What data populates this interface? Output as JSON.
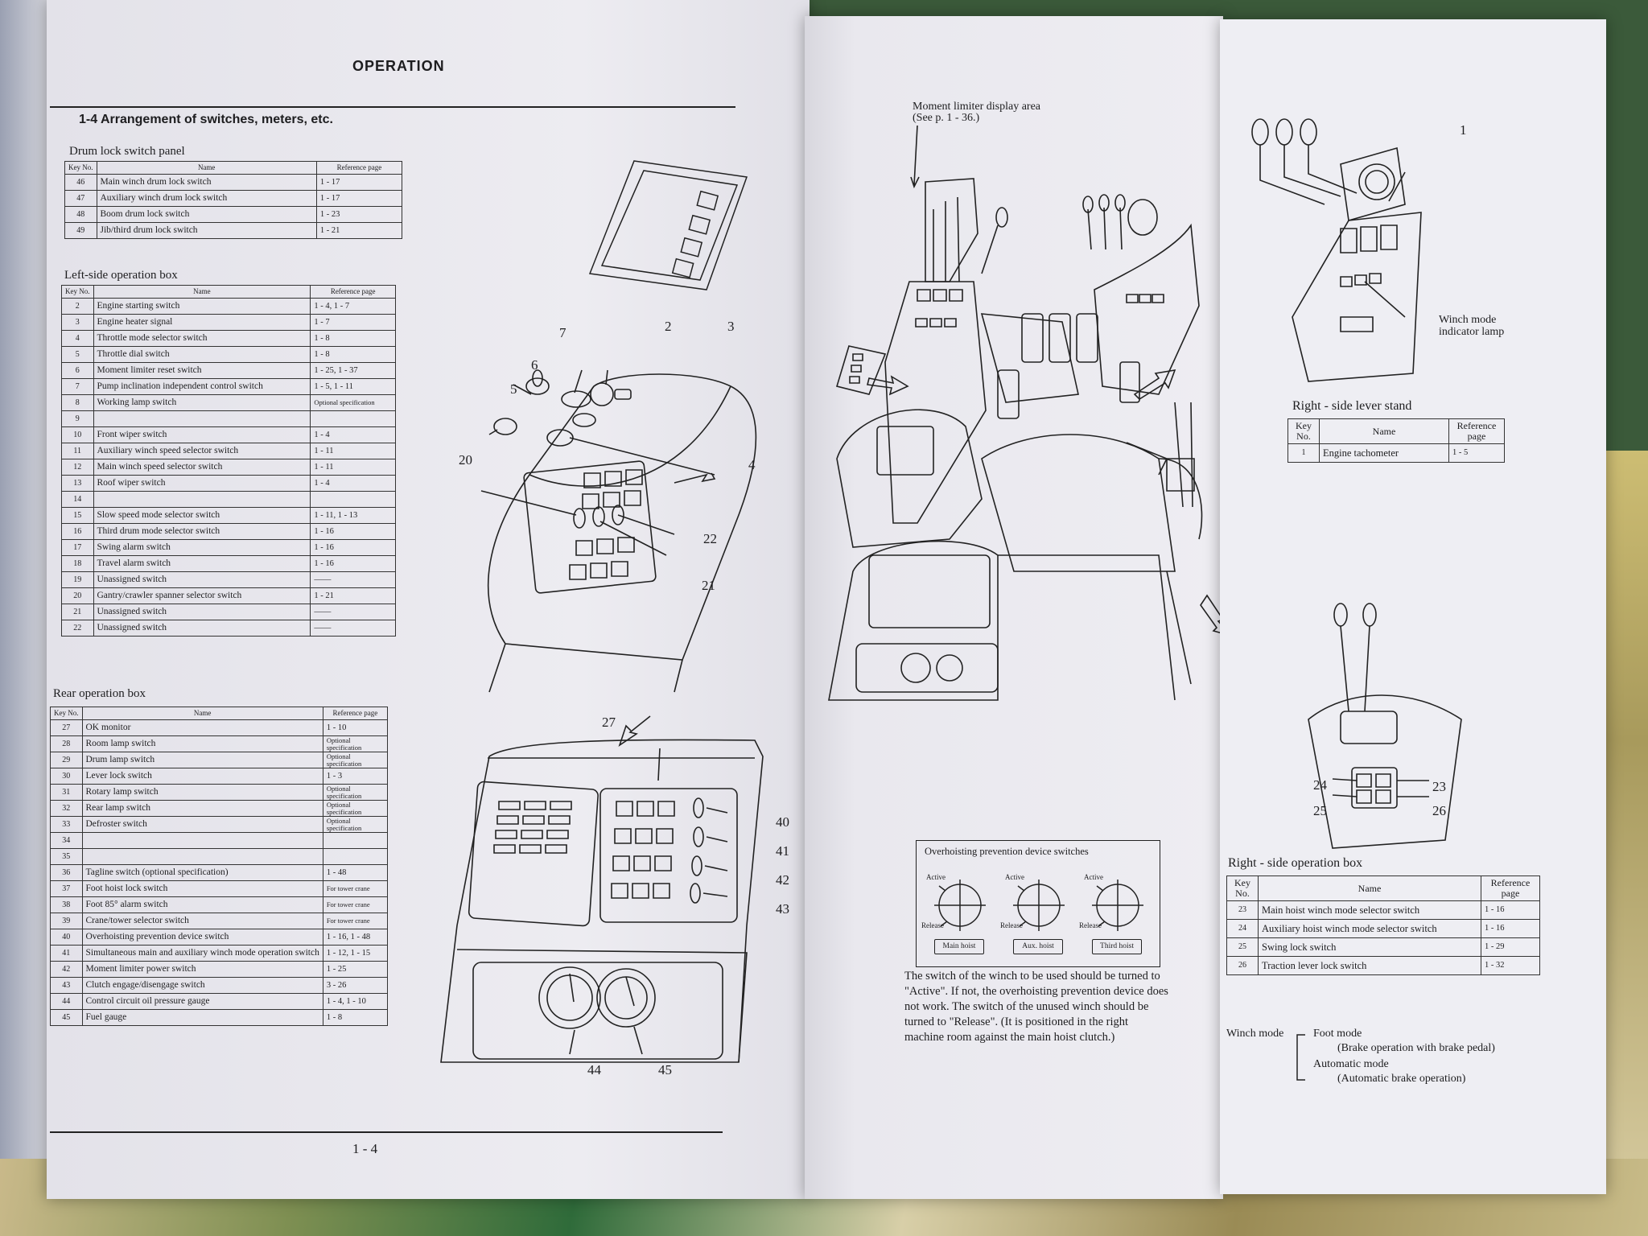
{
  "left_page": {
    "header": "OPERATION",
    "section_title": "1-4  Arrangement of switches, meters, etc.",
    "page_number": "1 - 4",
    "drum_lock": {
      "caption": "Drum lock switch panel",
      "columns": [
        "Key No.",
        "Name",
        "Reference page"
      ],
      "rows": [
        [
          "46",
          "Main winch drum lock switch",
          "1 - 17"
        ],
        [
          "47",
          "Auxiliary winch drum lock switch",
          "1 - 17"
        ],
        [
          "48",
          "Boom drum lock switch",
          "1 - 23"
        ],
        [
          "49",
          "Jib/third drum lock switch",
          "1 - 21"
        ]
      ]
    },
    "left_box": {
      "caption": "Left-side operation box",
      "columns": [
        "Key No.",
        "Name",
        "Reference page"
      ],
      "rows": [
        [
          "2",
          "Engine starting switch",
          "1 - 4, 1 - 7"
        ],
        [
          "3",
          "Engine heater signal",
          "1 - 7"
        ],
        [
          "4",
          "Throttle mode selector switch",
          "1 - 8"
        ],
        [
          "5",
          "Throttle dial switch",
          "1 - 8"
        ],
        [
          "6",
          "Moment limiter reset switch",
          "1 - 25, 1 - 37"
        ],
        [
          "7",
          "Pump inclination independent control switch",
          "1 - 5, 1 - 11"
        ],
        [
          "8",
          "Working lamp switch",
          "Optional specification"
        ],
        [
          "9",
          "",
          ""
        ],
        [
          "10",
          "Front wiper switch",
          "1 - 4"
        ],
        [
          "11",
          "Auxiliary winch speed selector switch",
          "1 - 11"
        ],
        [
          "12",
          "Main winch speed selector switch",
          "1 - 11"
        ],
        [
          "13",
          "Roof wiper switch",
          "1 - 4"
        ],
        [
          "14",
          "",
          ""
        ],
        [
          "15",
          "Slow speed mode selector switch",
          "1 - 11, 1 - 13"
        ],
        [
          "16",
          "Third drum mode selector switch",
          "1 - 16"
        ],
        [
          "17",
          "Swing alarm switch",
          "1 - 16"
        ],
        [
          "18",
          "Travel alarm switch",
          "1 - 16"
        ],
        [
          "19",
          "Unassigned switch",
          "——"
        ],
        [
          "20",
          "Gantry/crawler spanner selector switch",
          "1 - 21"
        ],
        [
          "21",
          "Unassigned switch",
          "——"
        ],
        [
          "22",
          "Unassigned switch",
          "——"
        ]
      ]
    },
    "rear_box": {
      "caption": "Rear operation box",
      "columns": [
        "Key No.",
        "Name",
        "Reference page"
      ],
      "rows": [
        [
          "27",
          "OK monitor",
          "1 - 10"
        ],
        [
          "28",
          "Room lamp switch",
          "Optional specification"
        ],
        [
          "29",
          "Drum lamp switch",
          "Optional specification"
        ],
        [
          "30",
          "Lever lock switch",
          "1 - 3"
        ],
        [
          "31",
          "Rotary lamp switch",
          "Optional specification"
        ],
        [
          "32",
          "Rear lamp switch",
          "Optional specification"
        ],
        [
          "33",
          "Defroster switch",
          "Optional specification"
        ],
        [
          "34",
          "",
          ""
        ],
        [
          "35",
          "",
          ""
        ],
        [
          "36",
          "Tagline switch (optional specification)",
          "1 - 48"
        ],
        [
          "37",
          "Foot hoist lock switch",
          "For tower crane"
        ],
        [
          "38",
          "Foot 85° alarm switch",
          "For tower crane"
        ],
        [
          "39",
          "Crane/tower selector switch",
          "For tower crane"
        ],
        [
          "40",
          "Overhoisting prevention device switch",
          "1 - 16, 1 - 48"
        ],
        [
          "41",
          "Simultaneous main and auxiliary winch mode operation switch",
          "1 - 12, 1 - 15"
        ],
        [
          "42",
          "Moment limiter power switch",
          "1 - 25"
        ],
        [
          "43",
          "Clutch engage/disengage switch",
          "3 - 26"
        ],
        [
          "44",
          "Control circuit oil pressure gauge",
          "1 - 4, 1 - 10"
        ],
        [
          "45",
          "Fuel gauge",
          "1 - 8"
        ]
      ]
    },
    "callouts": [
      "7",
      "2",
      "3",
      "6",
      "5",
      "4",
      "20",
      "22",
      "21",
      "27",
      "40",
      "41",
      "42",
      "43",
      "44",
      "45"
    ]
  },
  "mid_page": {
    "moment_label_1": "Moment limiter display area",
    "moment_label_2": "(See p. 1 - 36.)",
    "overhoist": {
      "title": "Overhoisting prevention device switches",
      "active": "Active",
      "release": "Release",
      "buttons": [
        "Main hoist",
        "Aux. hoist",
        "Third hoist"
      ]
    },
    "note": "The switch of the winch to be used should be turned to \"Active\". If not, the overhoisting prevention device does not work. The switch of the unused winch should be turned to \"Release\". (It is positioned in the right machine room against the main hoist clutch.)"
  },
  "right_page": {
    "callout_1": "1",
    "winch_lamp_1": "Winch mode",
    "winch_lamp_2": "indicator lamp",
    "lever_stand": {
      "caption": "Right - side lever stand",
      "columns": [
        "Key No.",
        "Name",
        "Reference page"
      ],
      "rows": [
        [
          "1",
          "Engine tachometer",
          "1 - 5"
        ]
      ]
    },
    "callouts_box": [
      "24",
      "25",
      "23",
      "26"
    ],
    "op_box": {
      "caption": "Right - side operation box",
      "columns": [
        "Key No.",
        "Name",
        "Reference page"
      ],
      "rows": [
        [
          "23",
          "Main hoist winch mode selector switch",
          "1 - 16"
        ],
        [
          "24",
          "Auxiliary hoist winch mode selector switch",
          "1 - 16"
        ],
        [
          "25",
          "Swing lock switch",
          "1 - 29"
        ],
        [
          "26",
          "Traction lever lock switch",
          "1 - 32"
        ]
      ]
    },
    "winch_mode": {
      "label": "Winch mode",
      "foot": "Foot mode",
      "foot_desc": "(Brake operation with brake pedal)",
      "auto": "Automatic mode",
      "auto_desc": "(Automatic brake operation)"
    }
  }
}
